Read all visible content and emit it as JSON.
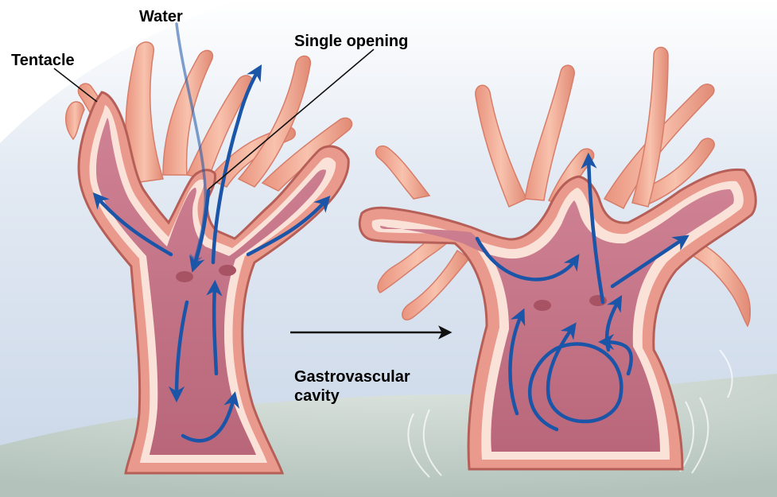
{
  "labels": {
    "water": "Water",
    "tentacle": "Tentacle",
    "single_opening": "Single opening",
    "gastrovascular_line1": "Gastrovascular",
    "gastrovascular_line2": "cavity"
  },
  "colors": {
    "background_top": "#cfdcec",
    "seafloor": "#c6d3cd",
    "body_wall": "#e8998c",
    "body_wall_edge": "#b8605a",
    "inner_layer": "#fbe1d8",
    "cavity": "#c57285",
    "tentacle": "#f0a994",
    "flow_arrow": "#1b55a8",
    "pointer_arrow": "#111111"
  },
  "icons": {
    "flow": "water-flow-arrow",
    "transition": "right-arrow-icon"
  }
}
